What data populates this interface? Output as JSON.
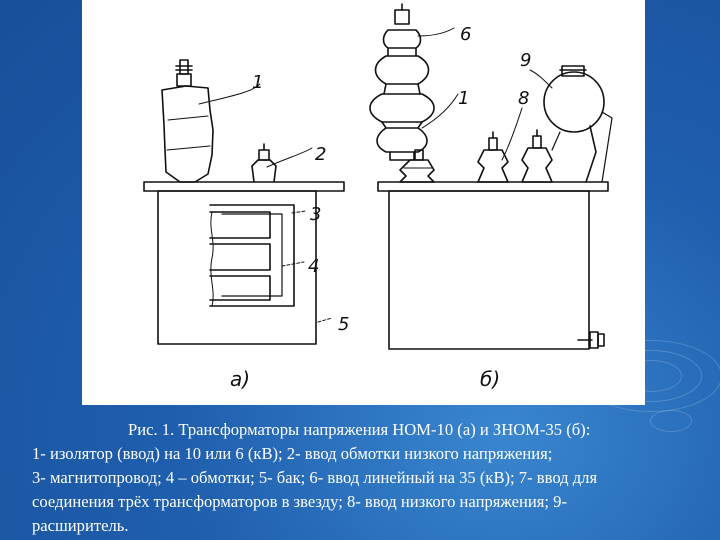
{
  "figure": {
    "labels": {
      "n1_left": "1",
      "n2": "2",
      "n3": "3",
      "n4": "4",
      "n5": "5",
      "n6": "6",
      "n9": "9",
      "n1_right": "1",
      "n8": "8",
      "sub_a": "а)",
      "sub_b": "б)"
    }
  },
  "caption": {
    "lines": [
      "Рис. 1. Трансформаторы напряжения НОМ-10 (а) и ЗНОМ-35 (б):",
      "1- изолятор (ввод) на 10 или 6 (кВ); 2- ввод обмотки низкого напряжения;",
      "3- магнитопровод; 4 – обмотки; 5- бак; 6- ввод линейный на 35 (кВ); 7- ввод для",
      "соединения трёх трансформаторов в звезду; 8- ввод низкого напряжения; 9-",
      "расширитель."
    ]
  }
}
